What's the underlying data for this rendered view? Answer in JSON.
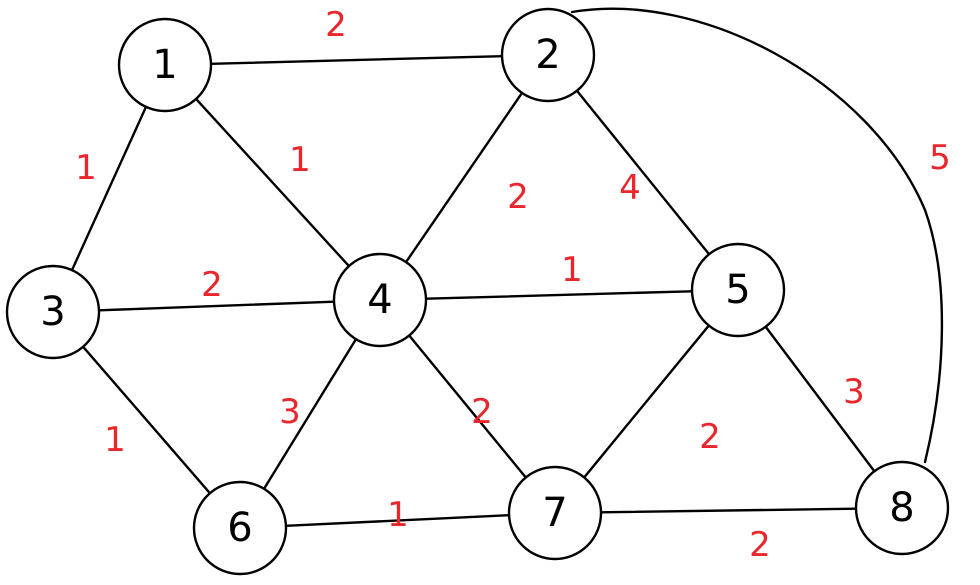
{
  "graph": {
    "colors": {
      "edge": "#000000",
      "weight": "#e8262b",
      "node": "#000000"
    },
    "nodes": [
      {
        "id": "1",
        "label": "1"
      },
      {
        "id": "2",
        "label": "2"
      },
      {
        "id": "3",
        "label": "3"
      },
      {
        "id": "4",
        "label": "4"
      },
      {
        "id": "5",
        "label": "5"
      },
      {
        "id": "6",
        "label": "6"
      },
      {
        "id": "7",
        "label": "7"
      },
      {
        "id": "8",
        "label": "8"
      }
    ],
    "edges": [
      {
        "from": "1",
        "to": "2",
        "weight": "2"
      },
      {
        "from": "1",
        "to": "3",
        "weight": "1"
      },
      {
        "from": "1",
        "to": "4",
        "weight": "1"
      },
      {
        "from": "2",
        "to": "4",
        "weight": "2"
      },
      {
        "from": "2",
        "to": "5",
        "weight": "4"
      },
      {
        "from": "2",
        "to": "8",
        "weight": "5"
      },
      {
        "from": "3",
        "to": "4",
        "weight": "2"
      },
      {
        "from": "3",
        "to": "6",
        "weight": "1"
      },
      {
        "from": "4",
        "to": "5",
        "weight": "1"
      },
      {
        "from": "4",
        "to": "6",
        "weight": "3"
      },
      {
        "from": "4",
        "to": "7",
        "weight": "2"
      },
      {
        "from": "5",
        "to": "7",
        "weight": "2"
      },
      {
        "from": "5",
        "to": "8",
        "weight": "3"
      },
      {
        "from": "6",
        "to": "7",
        "weight": "1"
      },
      {
        "from": "7",
        "to": "8",
        "weight": "2"
      }
    ]
  }
}
